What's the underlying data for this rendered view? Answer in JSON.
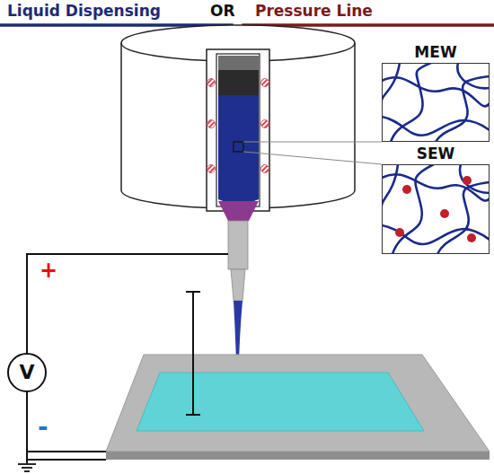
{
  "diagram": {
    "nodes": [
      {
        "text": [
          "MEW"
        ]
      },
      {
        "text": [
          "SEW"
        ]
      },
      {
        "text": [
          "V"
        ]
      }
    ],
    "labels": [
      "Liquid Dispensing",
      "OR",
      "Pressure Line",
      "+",
      "-"
    ]
  }
}
